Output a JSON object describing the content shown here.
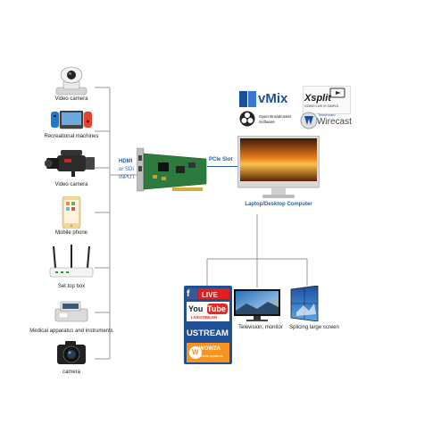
{
  "sources": [
    {
      "label": "Video camera",
      "icon": "ptz-camera-icon"
    },
    {
      "label": "Recreational machines",
      "icon": "game-console-icon"
    },
    {
      "label": "Video camera",
      "icon": "camcorder-icon"
    },
    {
      "label": "Mobile phone",
      "icon": "mobile-phone-icon"
    },
    {
      "label": "Set top box",
      "icon": "router-icon"
    },
    {
      "label": "Medical apparatus and instruments",
      "icon": "medical-device-icon"
    },
    {
      "label": "camera",
      "icon": "dslr-camera-icon"
    }
  ],
  "card": {
    "input_label_1": "HDMI",
    "input_label_2": "or SDI",
    "input_label_3": "INPUT",
    "slot_label": "PCIe Slot"
  },
  "software": {
    "vmix": "vMix",
    "xsplit": "Xsplit",
    "xsplit_tagline": "GOING LIVE IS SIMPLE.",
    "obs_line1": "Open Broadcaster",
    "obs_line2": "Software",
    "telestream": "Telestream",
    "wirecast": "Wirecast"
  },
  "computer_label": "Laptop/Desktop Computer",
  "outputs": {
    "facebook_live": "LIVE",
    "youtube_you": "You",
    "youtube_tube": "Tube",
    "youtube_live": "LIVESTREAM",
    "ustream": "USTREAM",
    "wowza_line1": "WOWZA",
    "wowza_line2": "media systems",
    "tv_label": "Television, monitor",
    "splice_label": "Splicing large screen"
  },
  "colors": {
    "label_blue": "#1f5fb0",
    "line_gray": "#9a9a9a",
    "card_green": "#2d7a3e",
    "facebook_blue": "#3b5998",
    "youtube_red": "#e52d27",
    "vmix_blue": "#1b4f9c"
  }
}
